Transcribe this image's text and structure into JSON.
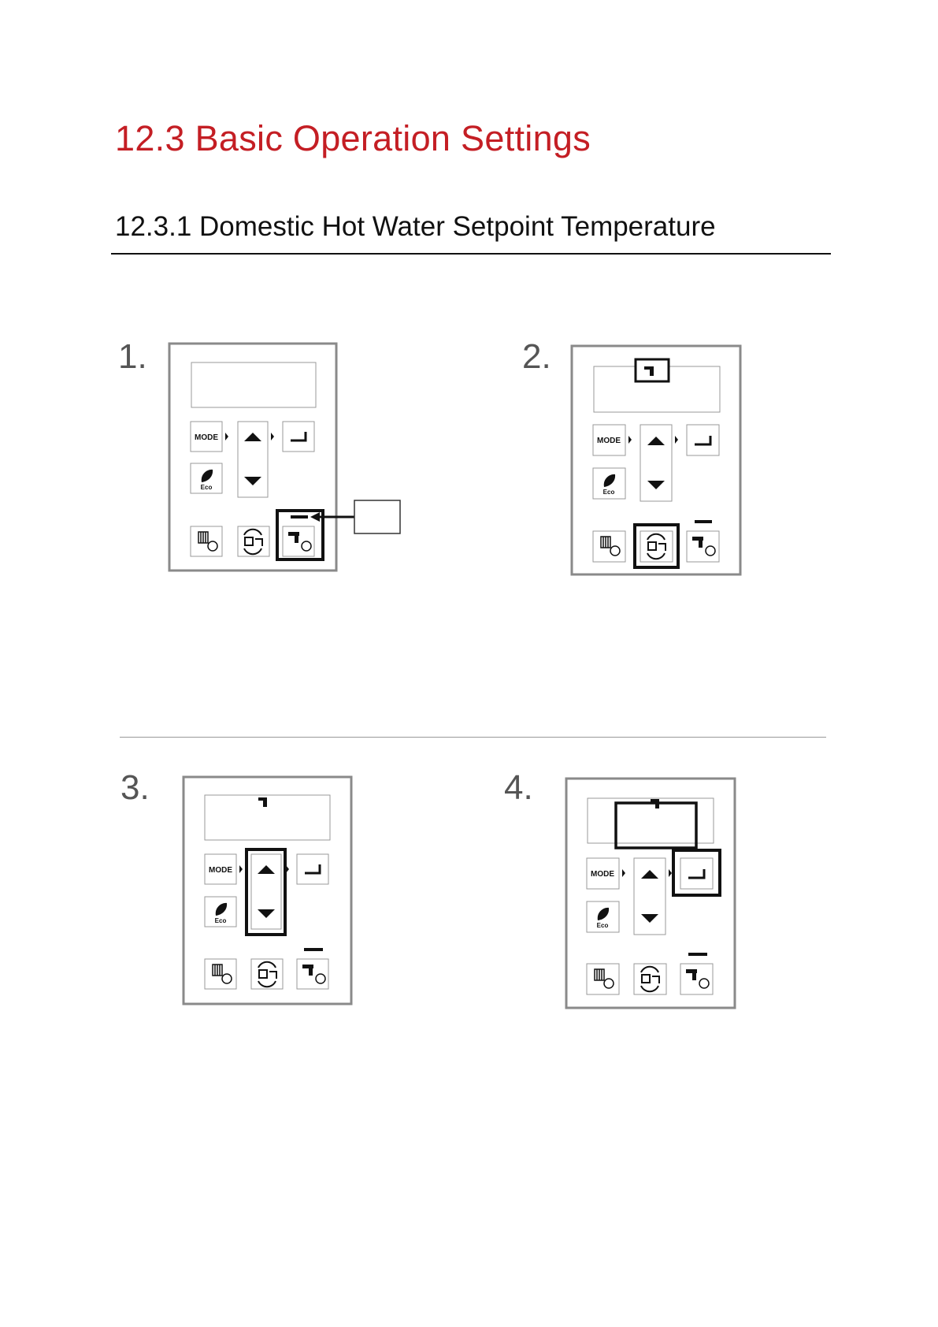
{
  "title": "12.3 Basic Operation Settings",
  "subtitle": "12.3.1 Domestic Hot Water Setpoint Temperature",
  "steps": [
    {
      "number": "1."
    },
    {
      "number": "2."
    },
    {
      "number": "3."
    },
    {
      "number": "4."
    }
  ],
  "panel": {
    "mode_label": "MODE",
    "eco_label": "Eco"
  },
  "icons": [
    "up-arrow-icon",
    "down-arrow-icon",
    "enter-icon",
    "eco-leaf-icon",
    "heating-timer-icon",
    "heating-dhw-icon",
    "dhw-timer-icon",
    "tap-icon"
  ],
  "colors": {
    "title": "#c41e24",
    "highlight": "#111111",
    "frame": "#8a8a8a"
  }
}
